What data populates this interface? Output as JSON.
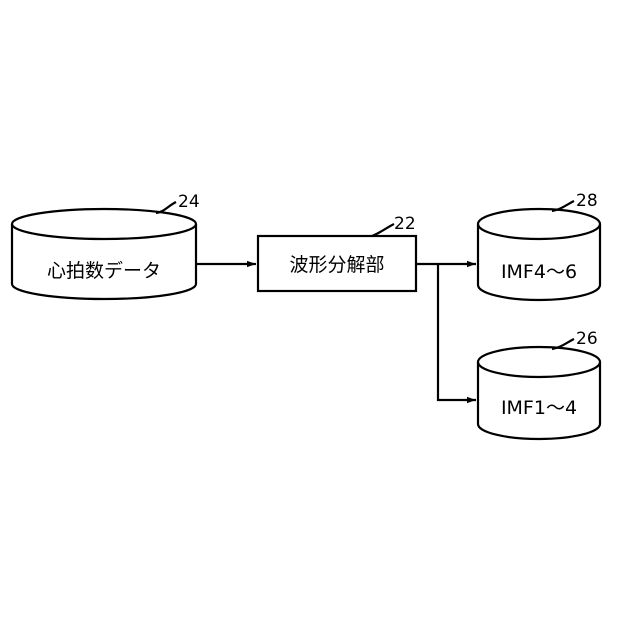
{
  "nodes": {
    "heart_rate_data": {
      "label": "心拍数データ",
      "ref": "24"
    },
    "waveform_decomposer": {
      "label": "波形分解部",
      "ref": "22"
    },
    "imf_4_6": {
      "label": "IMF4～6",
      "ref": "28"
    },
    "imf_1_4": {
      "label": "IMF1～4",
      "ref": "26"
    }
  },
  "edges": [
    {
      "from": "heart_rate_data",
      "to": "waveform_decomposer"
    },
    {
      "from": "waveform_decomposer",
      "to": "imf_4_6"
    },
    {
      "from": "waveform_decomposer",
      "to": "imf_1_4"
    }
  ]
}
